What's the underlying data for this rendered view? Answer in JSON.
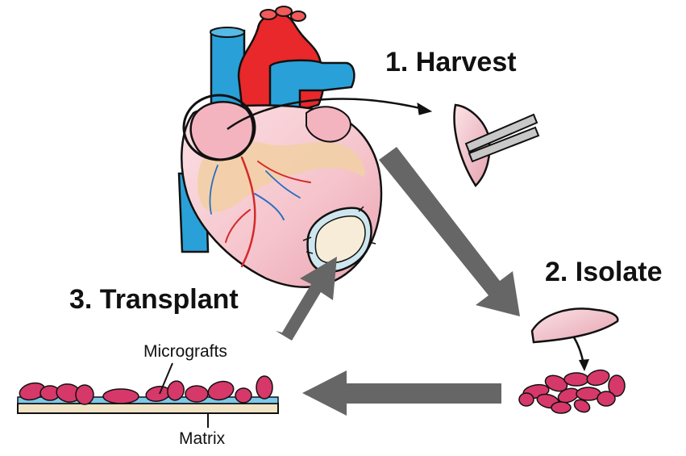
{
  "steps": {
    "harvest": "1. Harvest",
    "isolate": "2. Isolate",
    "transplant": "3. Transplant"
  },
  "callouts": {
    "micrografts": "Micrografts",
    "matrix": "Matrix"
  },
  "colors": {
    "arrow": "#666666",
    "aorta": "#e8282a",
    "vessel_blue": "#2aa0d8",
    "heart_pink": "#f7c6cc",
    "atrium_pink": "#f4b4bf",
    "fat_tan": "#f2cfa6",
    "graft_maroon": "#d6386a",
    "patch_cream": "#f6ecd8",
    "matrix_blue": "#7ec8ea",
    "matrix_tan": "#f1e3c5"
  }
}
